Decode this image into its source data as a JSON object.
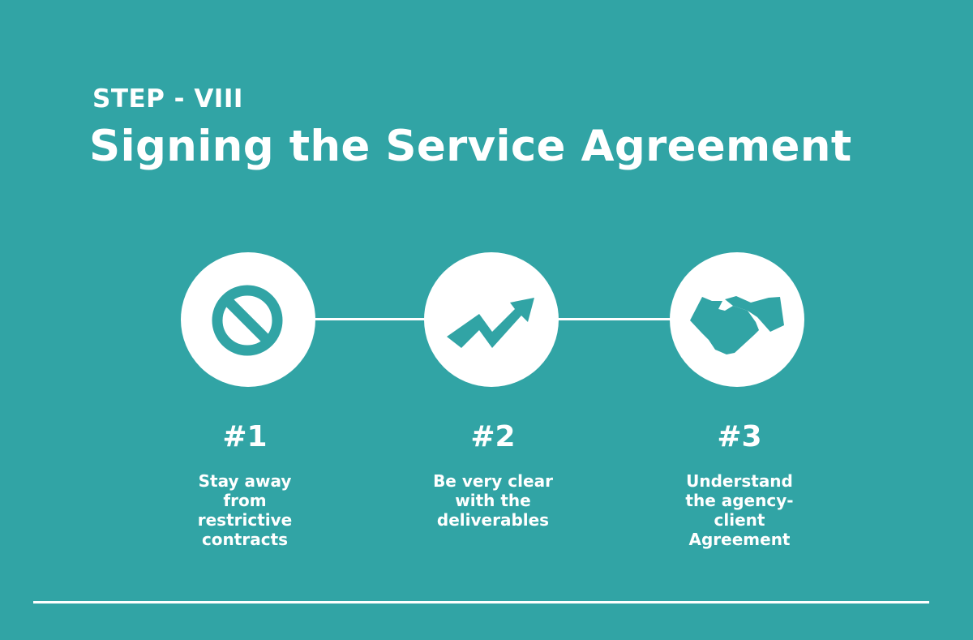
{
  "header": {
    "step": "STEP - VIII",
    "title": "Signing the Service Agreement"
  },
  "colors": {
    "background": "#31a4a5",
    "foreground": "#ffffff"
  },
  "steps": [
    {
      "number": "#1",
      "icon": "prohibited-icon",
      "lines": [
        "Stay away",
        "from",
        "restrictive",
        "contracts"
      ]
    },
    {
      "number": "#2",
      "icon": "trend-up-arrow-icon",
      "lines": [
        "Be very clear",
        "with the",
        "deliverables"
      ]
    },
    {
      "number": "#3",
      "icon": "handshake-icon",
      "lines": [
        "Understand",
        "the agency-",
        "client",
        "Agreement"
      ]
    }
  ]
}
